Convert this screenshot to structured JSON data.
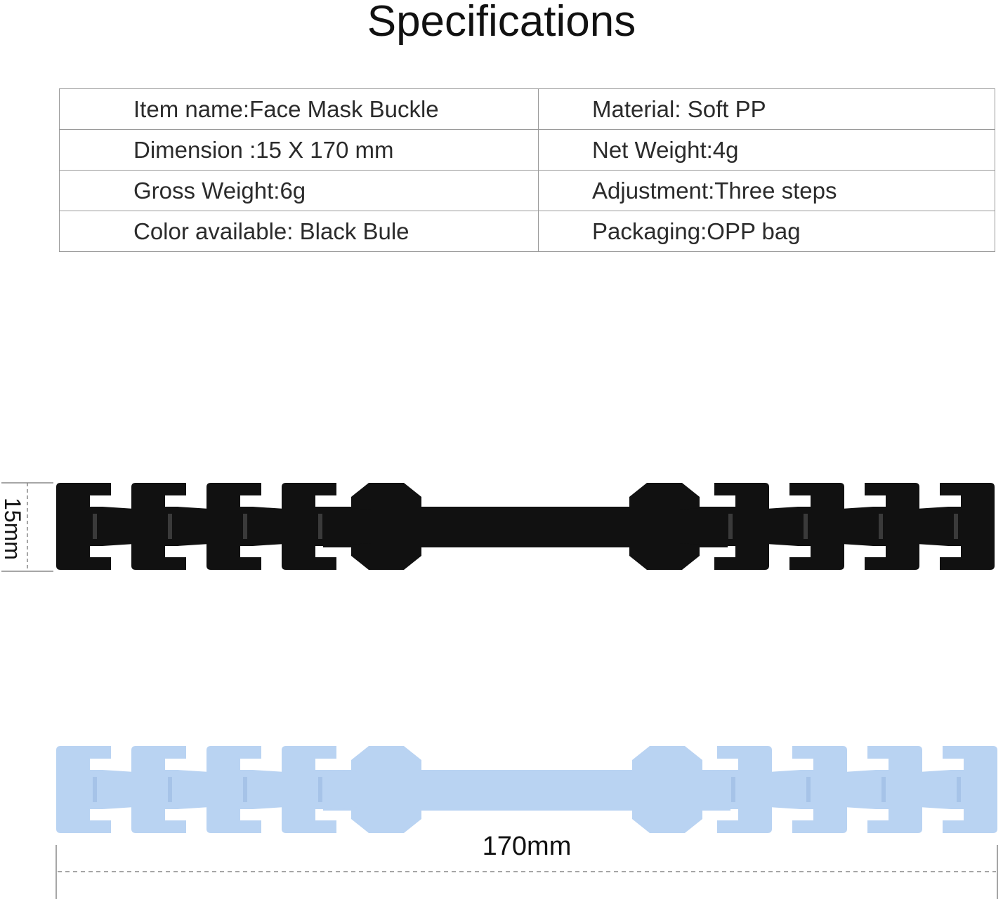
{
  "title": "Specifications",
  "specs": [
    [
      "Item name:Face Mask Buckle",
      "Material: Soft PP"
    ],
    [
      "Dimension :15 X 170 mm",
      "Net Weight:4g"
    ],
    [
      "Gross Weight:6g",
      "Adjustment:Three steps"
    ],
    [
      "Color available: Black  Bule",
      "Packaging:OPP bag"
    ]
  ],
  "dimensions": {
    "height_label": "15mm",
    "width_label": "170mm"
  },
  "colors": {
    "black_buckle": "#111111",
    "black_buckle_detail": "#3a3a3a",
    "blue_buckle": "#b9d3f2",
    "blue_buckle_detail": "#a6c3e8",
    "dimension_line": "#888888"
  }
}
